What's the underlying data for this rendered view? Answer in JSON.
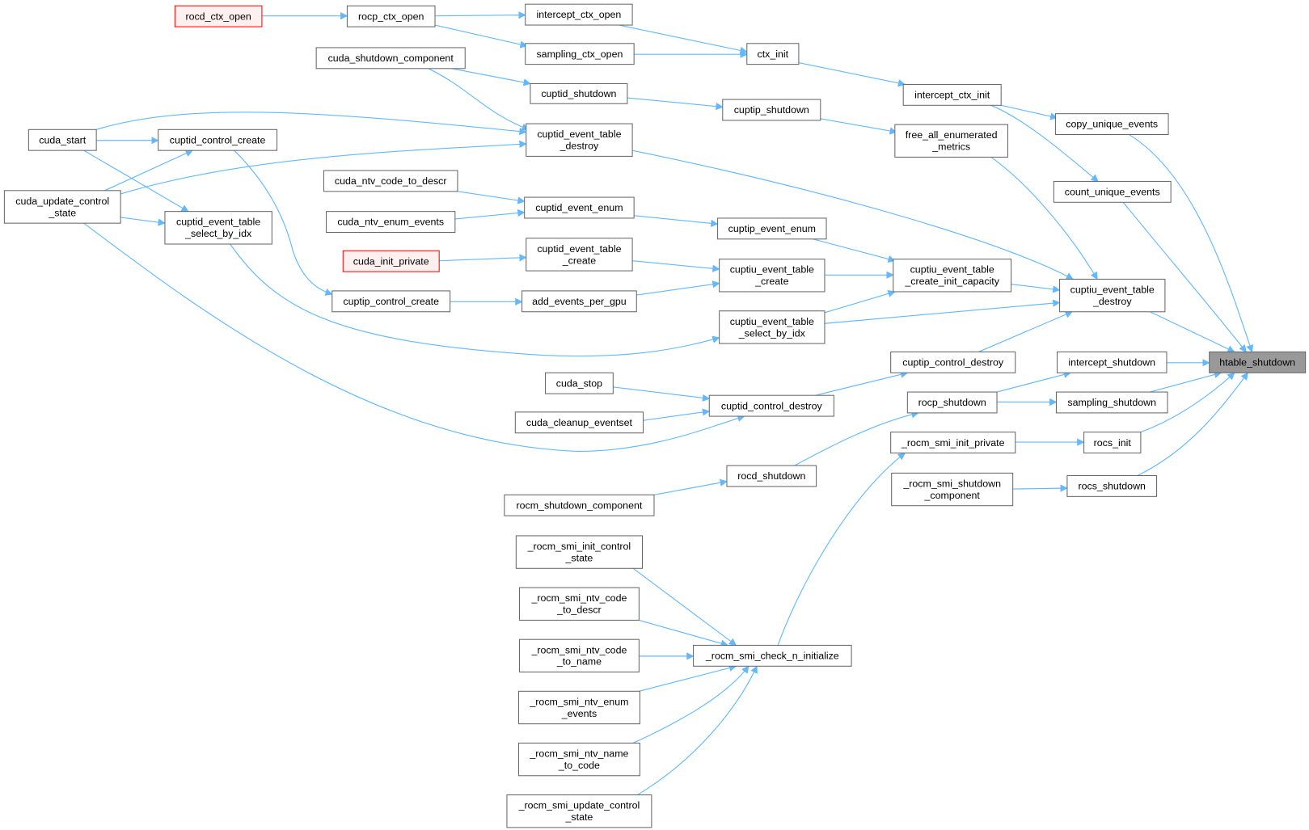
{
  "graph": {
    "title": "htable_shutdown",
    "colors": {
      "edge": "#63b8ff",
      "node_border": "#666666",
      "missing_border": "#ff0000",
      "current_fill": "#999999"
    },
    "nodes": [
      {
        "id": "rocd_ctx_open",
        "lines": [
          "rocd_ctx_open"
        ],
        "style": "red"
      },
      {
        "id": "rocp_ctx_open",
        "lines": [
          "rocp_ctx_open"
        ]
      },
      {
        "id": "intercept_ctx_open",
        "lines": [
          "intercept_ctx_open"
        ]
      },
      {
        "id": "sampling_ctx_open",
        "lines": [
          "sampling_ctx_open"
        ]
      },
      {
        "id": "cuda_shutdown_component",
        "lines": [
          "cuda_shutdown_component"
        ]
      },
      {
        "id": "ctx_init",
        "lines": [
          "ctx_init"
        ]
      },
      {
        "id": "cuptid_shutdown",
        "lines": [
          "cuptid_shutdown"
        ]
      },
      {
        "id": "intercept_ctx_init",
        "lines": [
          "intercept_ctx_init"
        ]
      },
      {
        "id": "cuptip_shutdown",
        "lines": [
          "cuptip_shutdown"
        ]
      },
      {
        "id": "copy_unique_events",
        "lines": [
          "copy_unique_events"
        ]
      },
      {
        "id": "cuda_start",
        "lines": [
          "cuda_start"
        ]
      },
      {
        "id": "cuptid_control_create",
        "lines": [
          "cuptid_control_create"
        ]
      },
      {
        "id": "cuptid_event_table_destroy",
        "lines": [
          "cuptid_event_table",
          "_destroy"
        ]
      },
      {
        "id": "free_all_enumerated_metrics",
        "lines": [
          "free_all_enumerated",
          "_metrics"
        ]
      },
      {
        "id": "count_unique_events",
        "lines": [
          "count_unique_events"
        ]
      },
      {
        "id": "cuda_ntv_code_to_descr",
        "lines": [
          "cuda_ntv_code_to_descr"
        ]
      },
      {
        "id": "cuda_update_control_state",
        "lines": [
          "cuda_update_control",
          "_state"
        ]
      },
      {
        "id": "cuptid_event_enum",
        "lines": [
          "cuptid_event_enum"
        ]
      },
      {
        "id": "cuda_ntv_enum_events",
        "lines": [
          "cuda_ntv_enum_events"
        ]
      },
      {
        "id": "cuptid_event_table_select_by_idx",
        "lines": [
          "cuptid_event_table",
          "_select_by_idx"
        ]
      },
      {
        "id": "cuptip_event_enum",
        "lines": [
          "cuptip_event_enum"
        ]
      },
      {
        "id": "cuda_init_private",
        "lines": [
          "cuda_init_private"
        ],
        "style": "red"
      },
      {
        "id": "cuptid_event_table_create",
        "lines": [
          "cuptid_event_table",
          "_create"
        ]
      },
      {
        "id": "cuptiu_event_table_create",
        "lines": [
          "cuptiu_event_table",
          "_create"
        ]
      },
      {
        "id": "cuptiu_event_table_create_init_capacity",
        "lines": [
          "cuptiu_event_table",
          "_create_init_capacity"
        ]
      },
      {
        "id": "cuptiu_event_table_destroy",
        "lines": [
          "cuptiu_event_table",
          "_destroy"
        ]
      },
      {
        "id": "cuptip_control_create",
        "lines": [
          "cuptip_control_create"
        ]
      },
      {
        "id": "add_events_per_gpu",
        "lines": [
          "add_events_per_gpu"
        ]
      },
      {
        "id": "cuptiu_event_table_select_by_idx",
        "lines": [
          "cuptiu_event_table",
          "_select_by_idx"
        ]
      },
      {
        "id": "cuptip_control_destroy",
        "lines": [
          "cuptip_control_destroy"
        ]
      },
      {
        "id": "intercept_shutdown",
        "lines": [
          "intercept_shutdown"
        ]
      },
      {
        "id": "htable_shutdown",
        "lines": [
          "htable_shutdown"
        ],
        "style": "current"
      },
      {
        "id": "cuda_stop",
        "lines": [
          "cuda_stop"
        ]
      },
      {
        "id": "cuptid_control_destroy",
        "lines": [
          "cuptid_control_destroy"
        ]
      },
      {
        "id": "rocp_shutdown",
        "lines": [
          "rocp_shutdown"
        ]
      },
      {
        "id": "sampling_shutdown",
        "lines": [
          "sampling_shutdown"
        ]
      },
      {
        "id": "cuda_cleanup_eventset",
        "lines": [
          "cuda_cleanup_eventset"
        ]
      },
      {
        "id": "_rocm_smi_init_private",
        "lines": [
          "_rocm_smi_init_private"
        ]
      },
      {
        "id": "rocs_init",
        "lines": [
          "rocs_init"
        ]
      },
      {
        "id": "rocd_shutdown",
        "lines": [
          "rocd_shutdown"
        ]
      },
      {
        "id": "_rocm_smi_shutdown_component",
        "lines": [
          "_rocm_smi_shutdown",
          "_component"
        ]
      },
      {
        "id": "rocs_shutdown",
        "lines": [
          "rocs_shutdown"
        ]
      },
      {
        "id": "rocm_shutdown_component",
        "lines": [
          "rocm_shutdown_component"
        ]
      },
      {
        "id": "_rocm_smi_init_control_state",
        "lines": [
          "_rocm_smi_init_control",
          "_state"
        ]
      },
      {
        "id": "_rocm_smi_ntv_code_to_descr",
        "lines": [
          "_rocm_smi_ntv_code",
          "_to_descr"
        ]
      },
      {
        "id": "_rocm_smi_ntv_code_to_name",
        "lines": [
          "_rocm_smi_ntv_code",
          "_to_name"
        ]
      },
      {
        "id": "_rocm_smi_check_n_initialize",
        "lines": [
          "_rocm_smi_check_n_initialize"
        ]
      },
      {
        "id": "_rocm_smi_ntv_enum_events",
        "lines": [
          "_rocm_smi_ntv_enum",
          "_events"
        ]
      },
      {
        "id": "_rocm_smi_ntv_name_to_code",
        "lines": [
          "_rocm_smi_ntv_name",
          "_to_code"
        ]
      },
      {
        "id": "_rocm_smi_update_control_state",
        "lines": [
          "_rocm_smi_update_control",
          "_state"
        ]
      }
    ],
    "edges": [
      [
        "rocd_ctx_open",
        "rocp_ctx_open"
      ],
      [
        "rocp_ctx_open",
        "intercept_ctx_open"
      ],
      [
        "rocp_ctx_open",
        "sampling_ctx_open"
      ],
      [
        "intercept_ctx_open",
        "ctx_init"
      ],
      [
        "sampling_ctx_open",
        "ctx_init"
      ],
      [
        "ctx_init",
        "intercept_ctx_init"
      ],
      [
        "intercept_ctx_init",
        "copy_unique_events"
      ],
      [
        "intercept_ctx_init",
        "count_unique_events"
      ],
      [
        "copy_unique_events",
        "htable_shutdown"
      ],
      [
        "count_unique_events",
        "htable_shutdown"
      ],
      [
        "cuptiu_event_table_destroy",
        "htable_shutdown"
      ],
      [
        "intercept_shutdown",
        "htable_shutdown"
      ],
      [
        "sampling_shutdown",
        "htable_shutdown"
      ],
      [
        "rocs_init",
        "htable_shutdown"
      ],
      [
        "rocs_shutdown",
        "htable_shutdown"
      ],
      [
        "cuda_shutdown_component",
        "cuptid_shutdown"
      ],
      [
        "cuda_shutdown_component",
        "cuptid_event_table_destroy"
      ],
      [
        "cuptid_shutdown",
        "cuptip_shutdown"
      ],
      [
        "cuptip_shutdown",
        "free_all_enumerated_metrics"
      ],
      [
        "free_all_enumerated_metrics",
        "cuptiu_event_table_destroy"
      ],
      [
        "cuda_start",
        "cuptid_control_create"
      ],
      [
        "cuda_start",
        "cuptid_event_table_destroy"
      ],
      [
        "cuda_start",
        "cuptid_event_table_select_by_idx"
      ],
      [
        "cuda_update_control_state",
        "cuptid_control_create"
      ],
      [
        "cuda_update_control_state",
        "cuptid_event_table_destroy"
      ],
      [
        "cuda_update_control_state",
        "cuptid_event_table_select_by_idx"
      ],
      [
        "cuda_update_control_state",
        "cuptid_control_destroy"
      ],
      [
        "cuptid_control_create",
        "cuptip_control_create"
      ],
      [
        "cuptid_event_table_destroy",
        "cuptiu_event_table_destroy"
      ],
      [
        "cuda_ntv_code_to_descr",
        "cuptid_event_enum"
      ],
      [
        "cuda_ntv_enum_events",
        "cuptid_event_enum"
      ],
      [
        "cuptid_event_enum",
        "cuptip_event_enum"
      ],
      [
        "cuptip_event_enum",
        "cuptiu_event_table_create_init_capacity"
      ],
      [
        "cuda_init_private",
        "cuptid_event_table_create"
      ],
      [
        "cuptid_event_table_create",
        "cuptiu_event_table_create"
      ],
      [
        "add_events_per_gpu",
        "cuptiu_event_table_create"
      ],
      [
        "cuptip_control_create",
        "add_events_per_gpu"
      ],
      [
        "cuptiu_event_table_create",
        "cuptiu_event_table_create_init_capacity"
      ],
      [
        "cuptiu_event_table_select_by_idx",
        "cuptiu_event_table_create_init_capacity"
      ],
      [
        "cuptiu_event_table_create_init_capacity",
        "cuptiu_event_table_destroy"
      ],
      [
        "cuptiu_event_table_select_by_idx",
        "cuptiu_event_table_destroy"
      ],
      [
        "cuptid_event_table_select_by_idx",
        "cuptiu_event_table_select_by_idx"
      ],
      [
        "cuptip_control_destroy",
        "cuptiu_event_table_destroy"
      ],
      [
        "cuda_stop",
        "cuptid_control_destroy"
      ],
      [
        "cuda_cleanup_eventset",
        "cuptid_control_destroy"
      ],
      [
        "cuptid_control_destroy",
        "cuptip_control_destroy"
      ],
      [
        "rocp_shutdown",
        "intercept_shutdown"
      ],
      [
        "rocp_shutdown",
        "sampling_shutdown"
      ],
      [
        "rocd_shutdown",
        "rocp_shutdown"
      ],
      [
        "rocm_shutdown_component",
        "rocd_shutdown"
      ],
      [
        "_rocm_smi_init_private",
        "rocs_init"
      ],
      [
        "_rocm_smi_shutdown_component",
        "rocs_shutdown"
      ],
      [
        "_rocm_smi_check_n_initialize",
        "_rocm_smi_init_private"
      ],
      [
        "_rocm_smi_init_control_state",
        "_rocm_smi_check_n_initialize"
      ],
      [
        "_rocm_smi_ntv_code_to_descr",
        "_rocm_smi_check_n_initialize"
      ],
      [
        "_rocm_smi_ntv_code_to_name",
        "_rocm_smi_check_n_initialize"
      ],
      [
        "_rocm_smi_ntv_enum_events",
        "_rocm_smi_check_n_initialize"
      ],
      [
        "_rocm_smi_ntv_name_to_code",
        "_rocm_smi_check_n_initialize"
      ],
      [
        "_rocm_smi_update_control_state",
        "_rocm_smi_check_n_initialize"
      ]
    ]
  }
}
